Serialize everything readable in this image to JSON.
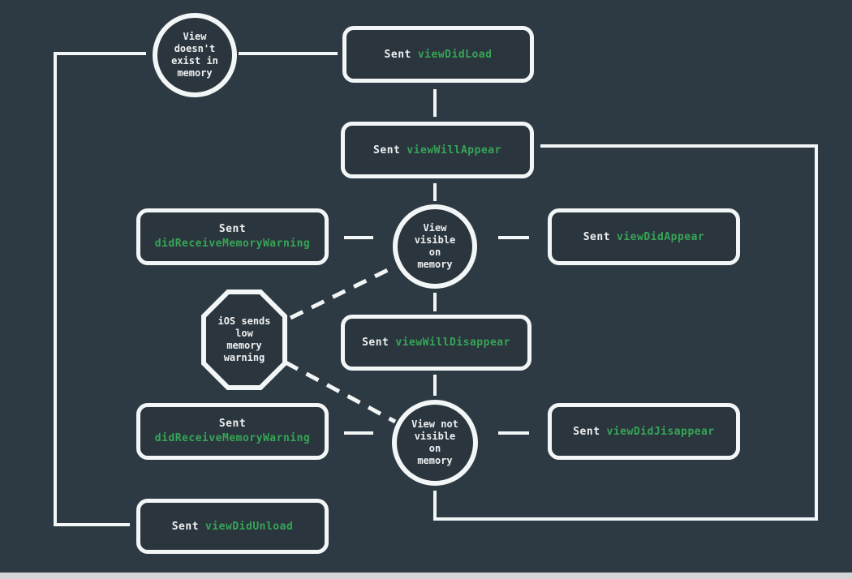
{
  "colors": {
    "background": "#2e3a43",
    "node_fill": "#2b353d",
    "stroke_white": "#f3f6f6",
    "text_white": "#eef1f2",
    "code_green": "#36a556"
  },
  "nodes": {
    "view_not_exist": {
      "lines": [
        "View",
        "doesn't",
        "exist in",
        "memory"
      ]
    },
    "view_visible": {
      "lines": [
        "View",
        "visible",
        "on",
        "memory"
      ]
    },
    "view_not_visible": {
      "lines": [
        "View not",
        "visible",
        "on",
        "memory"
      ]
    },
    "ios_low_memory": {
      "lines": [
        "iOS sends",
        "low",
        "memory",
        "warning"
      ]
    },
    "sent_viewDidLoad": {
      "prefix": "Sent",
      "code": "viewDidLoad"
    },
    "sent_viewWillAppear": {
      "prefix": "Sent",
      "code": "viewWillAppear"
    },
    "sent_didReceiveMemoryWarning_top": {
      "prefix": "Sent",
      "code": "didReceiveMemoryWarning"
    },
    "sent_viewDidAppear": {
      "prefix": "Sent",
      "code": "viewDidAppear"
    },
    "sent_viewWillDisappear": {
      "prefix": "Sent",
      "code": "viewWillDisappear"
    },
    "sent_didReceiveMemoryWarning_bottom": {
      "prefix": "Sent",
      "code": "didReceiveMemoryWarning"
    },
    "sent_viewDidJisappear": {
      "prefix": "Sent",
      "code": "viewDidJisappear"
    },
    "sent_viewDidUnload": {
      "prefix": "Sent",
      "code": "viewDidUnload"
    }
  }
}
